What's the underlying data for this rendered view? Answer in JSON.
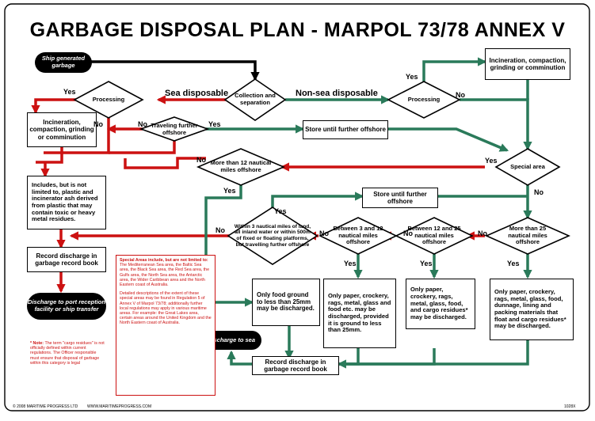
{
  "title": "GARBAGE DISPOSAL PLAN - MARPOL 73/78 ANNEX V",
  "nodes": {
    "start": "Ship generated garbage",
    "collection": "Collection and separation",
    "processing_left": "Processing",
    "processing_right": "Processing",
    "incin_left": "Incineration, compaction, grinding or comminution",
    "incin_right": "Incineration, compaction, grinding or comminution",
    "traveling": "Traveling further offshore",
    "store_1": "Store until further offshore",
    "special_area": "Special area",
    "more_than_12": "More than 12 nautical miles offshore",
    "includes": "Includes, but is not limited to, plastic and incinerator ash derived from plastic that may contain toxic or heavy metal residues.",
    "store_2": "Store until further offshore",
    "within_3": "Within 3 nautical miles of land, all inland water or within 500m of fixed or floating platforms, but travelling further offshore",
    "between_3_12": "Between 3 and 12 nautical miles offshore",
    "between_12_25": "Between 12 and 25 nautical miles offshore",
    "more_than_25": "More than 25 nautical miles offshore",
    "record_left": "Record discharge in garbage record book",
    "discharge_port": "Discharge to port reception facility or ship transfer",
    "only_food": "Only food ground to less than 25mm may be discharged.",
    "only_paper_3_12": "Only paper, crockery, rags, metal, glass and food etc. may be discharged, provided it is ground to less than 25mm.",
    "only_paper_12_25": "Only paper, crockery, rags, metal, glass, food, and cargo residues* may be discharged.",
    "only_paper_25": "Only paper, crockery, rags, metal, glass, food, dunnage, lining and packing materials that float and cargo residues* may be discharged.",
    "discharge_sea": "Discharge to sea",
    "record_bottom": "Record discharge in garbage record book"
  },
  "edge_labels": {
    "sea_disposable": "Sea disposable",
    "non_sea_disposable": "Non-sea disposable",
    "yes": "Yes",
    "no": "No"
  },
  "notes": {
    "special_heading": "Special Areas include, but are not limited to:",
    "special_list": "The Mediterranean Sea area, the Baltic Sea area, the Black Sea area, the Red Sea area, the Gulfs area, the North Sea area, the Antarctic area, the Wider Caribbean area and the North Eastern coast of Australia.",
    "special_detail": "Detailed descriptions of the extent of these special areas may be found in Regulation 5 of Annex V of Marpol 73/78; additionally further local regulations may apply in various maritime areas. For example: the Great Lakes area, certain areas around the United Kingdom and the North Eastern coast of Australia.",
    "cargo_note_label": "* Note:",
    "cargo_note": "The term \"cargo residues\" is not officially defined within current regulations. The Officer responsible must ensure that disposal of garbage within this category is legal"
  },
  "footer": {
    "copyright": "© 2008 MARITIME PROGRESS LTD",
    "website": "WWW.MARITIMEPROGRESS.COM",
    "code": "1028X"
  },
  "colors": {
    "red": "#cc1111",
    "green": "#2a7a5a",
    "black": "#000000"
  }
}
